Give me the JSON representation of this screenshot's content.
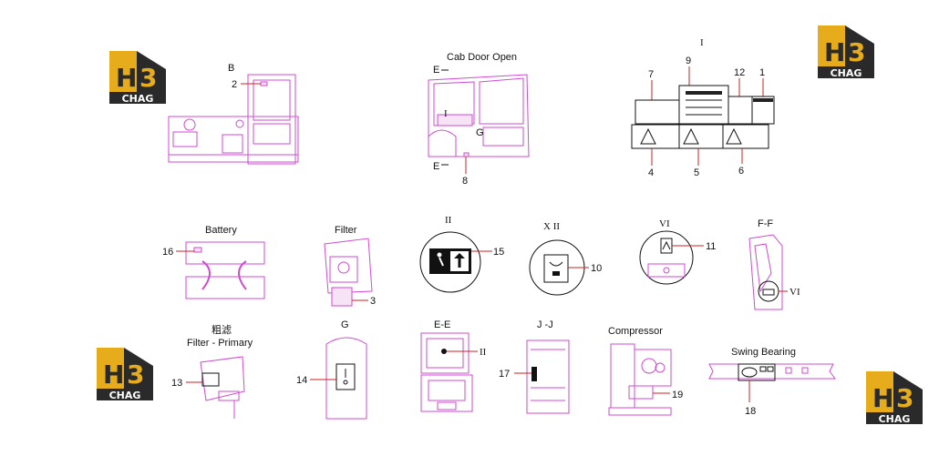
{
  "views": {
    "b": {
      "title": "B",
      "callout": "2"
    },
    "cab": {
      "title": "Cab Door Open",
      "sec_e1": "E",
      "sec_e2": "E",
      "sec_g": "G",
      "roman": "I",
      "callout": "8"
    },
    "decals": {
      "roman": "I",
      "top": [
        "7",
        "9",
        "12",
        "1"
      ],
      "bottom": [
        "4",
        "5",
        "6"
      ]
    },
    "battery": {
      "title": "Battery",
      "callout": "16"
    },
    "filter": {
      "title": "Filter",
      "callout": "3"
    },
    "c2": {
      "roman": "II",
      "callout": "15"
    },
    "c12": {
      "roman": "X II",
      "callout": "10"
    },
    "c6": {
      "roman": "VI",
      "callout": "11"
    },
    "ff": {
      "title": "F-F",
      "roman": "VI"
    },
    "primary": {
      "title_cn": "粗滤",
      "title": "Filter - Primary",
      "callout": "13"
    },
    "g": {
      "title": "G",
      "callout": "14"
    },
    "ee": {
      "title": "E-E",
      "roman": "II"
    },
    "jj": {
      "title": "J -J",
      "callout": "17"
    },
    "compressor": {
      "title": "Compressor",
      "callout": "19"
    },
    "swing": {
      "title": "Swing Bearing",
      "callout": "18"
    }
  },
  "logo": {
    "text": "CHAG",
    "letter": "H",
    "digit": "3"
  },
  "colors": {
    "line": "#d04ad0",
    "leader": "#cc2222",
    "logo_gold": "#e7ac1b",
    "logo_dark": "#2a2a2a"
  }
}
